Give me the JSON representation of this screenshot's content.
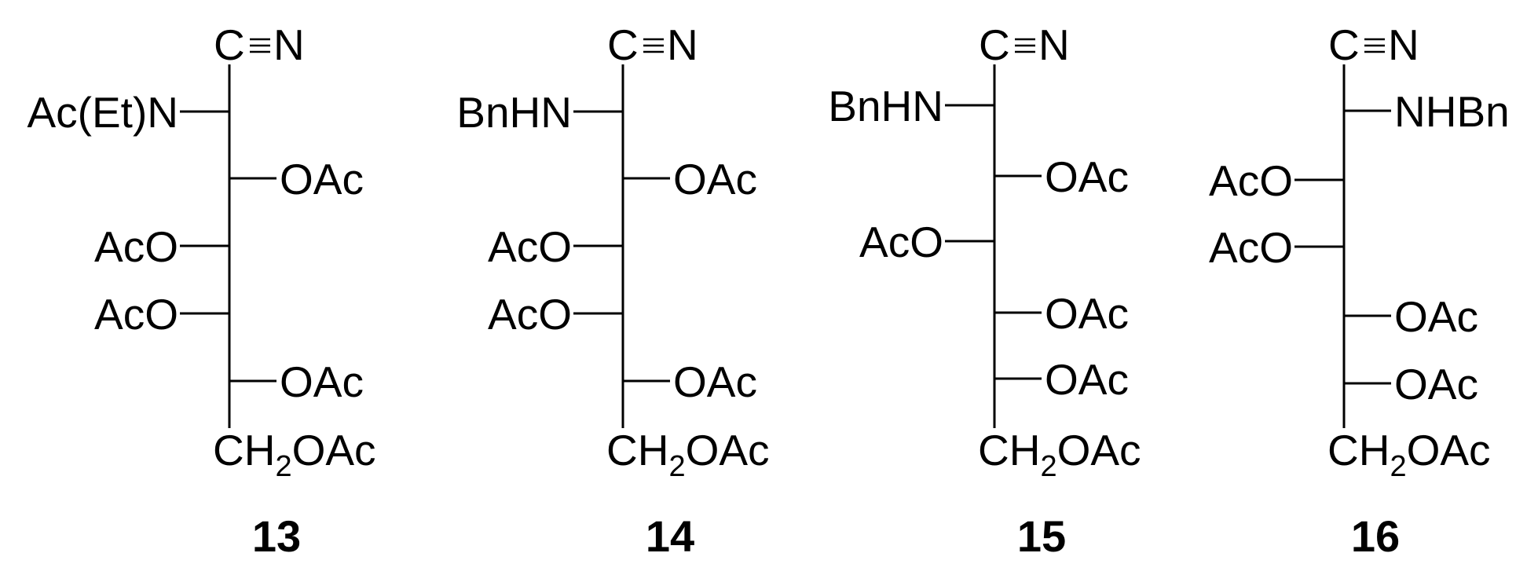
{
  "compounds": [
    {
      "number": "13",
      "top": "C≡N",
      "bottom": {
        "main": "CH",
        "sub": "2",
        "tail": "OAc"
      },
      "substituents": [
        {
          "side": "left",
          "text": "Ac(Et)N"
        },
        {
          "side": "right",
          "text": "OAc"
        },
        {
          "side": "left",
          "text": "AcO"
        },
        {
          "side": "left",
          "text": "AcO"
        },
        {
          "side": "right",
          "text": "OAc"
        }
      ]
    },
    {
      "number": "14",
      "top": "C≡N",
      "bottom": {
        "main": "CH",
        "sub": "2",
        "tail": "OAc"
      },
      "substituents": [
        {
          "side": "left",
          "text": "BnHN"
        },
        {
          "side": "right",
          "text": "OAc"
        },
        {
          "side": "left",
          "text": "AcO"
        },
        {
          "side": "left",
          "text": "AcO"
        },
        {
          "side": "right",
          "text": "OAc"
        }
      ]
    },
    {
      "number": "15",
      "top": "C≡N",
      "bottom": {
        "main": "CH",
        "sub": "2",
        "tail": "OAc"
      },
      "substituents": [
        {
          "side": "left",
          "text": "BnHN"
        },
        {
          "side": "right",
          "text": "OAc"
        },
        {
          "side": "left",
          "text": "AcO"
        },
        {
          "side": "right",
          "text": "OAc"
        },
        {
          "side": "right",
          "text": "OAc"
        }
      ]
    },
    {
      "number": "16",
      "top": "C≡N",
      "bottom": {
        "main": "CH",
        "sub": "2",
        "tail": "OAc"
      },
      "substituents": [
        {
          "side": "right",
          "text": "NHBn"
        },
        {
          "side": "left",
          "text": "AcO"
        },
        {
          "side": "left",
          "text": "AcO"
        },
        {
          "side": "right",
          "text": "OAc"
        },
        {
          "side": "right",
          "text": "OAc"
        }
      ]
    }
  ]
}
